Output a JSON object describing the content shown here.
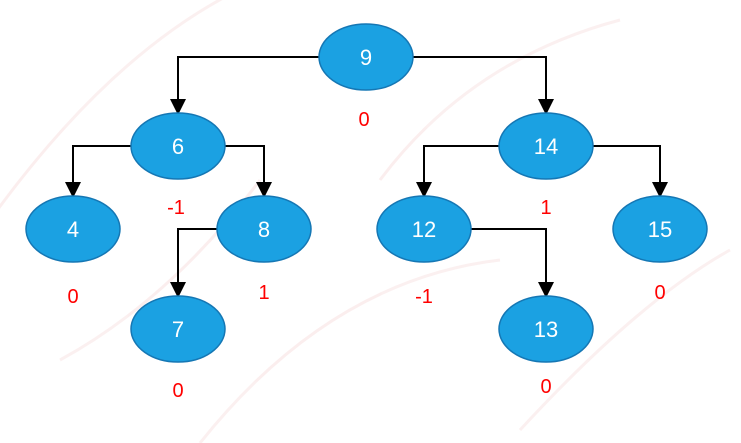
{
  "tree": {
    "node_fill": "#1BA1E2",
    "node_stroke": "#1577B4",
    "node_text_color": "#FFFFFF",
    "balance_color": "#FF0000",
    "edge_color": "#000000",
    "nodes": [
      {
        "id": "n9",
        "key": "9",
        "balance": "0"
      },
      {
        "id": "n6",
        "key": "6",
        "balance": "-1"
      },
      {
        "id": "n14",
        "key": "14",
        "balance": "1"
      },
      {
        "id": "n4",
        "key": "4",
        "balance": "0"
      },
      {
        "id": "n8",
        "key": "8",
        "balance": "1"
      },
      {
        "id": "n12",
        "key": "12",
        "balance": "-1"
      },
      {
        "id": "n15",
        "key": "15",
        "balance": "0"
      },
      {
        "id": "n7",
        "key": "7",
        "balance": "0"
      },
      {
        "id": "n13",
        "key": "13",
        "balance": "0"
      }
    ],
    "edges": [
      {
        "from": "n9",
        "to": "n6"
      },
      {
        "from": "n9",
        "to": "n14"
      },
      {
        "from": "n6",
        "to": "n4"
      },
      {
        "from": "n6",
        "to": "n8"
      },
      {
        "from": "n8",
        "to": "n7"
      },
      {
        "from": "n14",
        "to": "n12"
      },
      {
        "from": "n14",
        "to": "n15"
      },
      {
        "from": "n12",
        "to": "n13"
      }
    ]
  }
}
